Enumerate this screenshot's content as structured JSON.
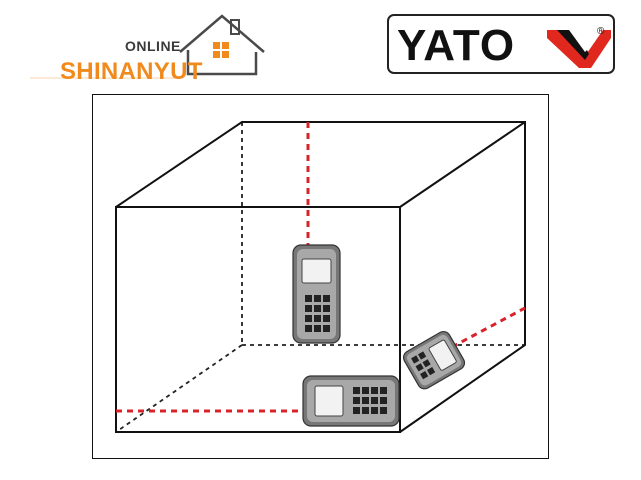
{
  "brand_left": {
    "line1": "ONLINE",
    "line2": "SHINANYUT",
    "colors": {
      "accent": "#f08a1c",
      "dark": "#3a3a3a"
    }
  },
  "brand_right": {
    "name": "YATO",
    "registered": "®",
    "colors": {
      "text": "#111111",
      "mark": "#e0281e"
    }
  },
  "illustration": {
    "laser_color": "#d8232a",
    "device_color": "#8c8c8c"
  }
}
